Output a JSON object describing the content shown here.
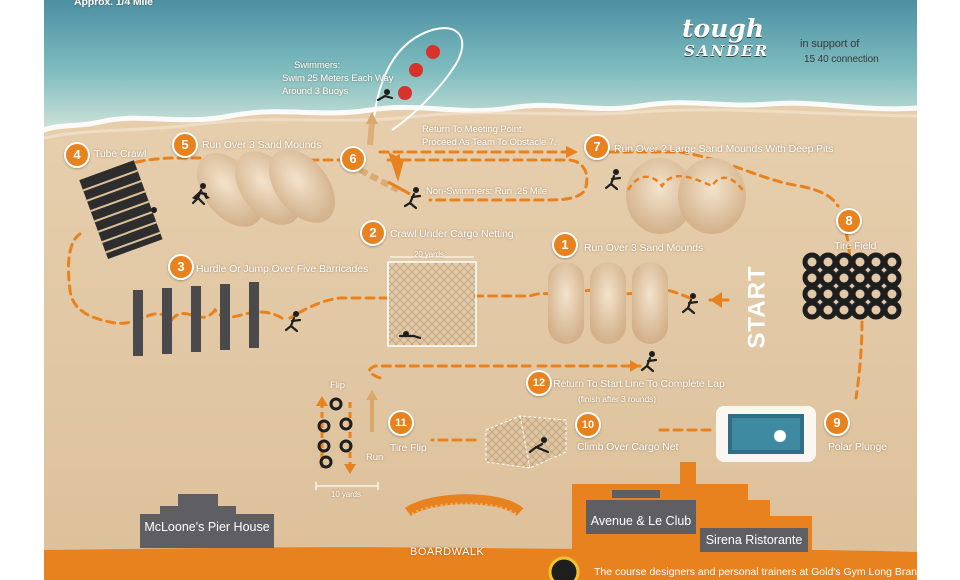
{
  "header": {
    "distance": "Approx. 1/4 Mile"
  },
  "brand": {
    "line1": "tough",
    "line2": "SANDER",
    "support": "in support of",
    "org": "15  40 connection"
  },
  "stations": [
    {
      "num": "1",
      "label": "Run Over 3 Sand Mounds"
    },
    {
      "num": "2",
      "label": "Crawl Under Cargo Netting"
    },
    {
      "num": "3",
      "label": "Hurdle Or Jump Over Five Barricades"
    },
    {
      "num": "4",
      "label": "Tube Crawl"
    },
    {
      "num": "5",
      "label": "Run Over 3 Sand Mounds"
    },
    {
      "num": "6",
      "label": ""
    },
    {
      "num": "7",
      "label": "Run Over 2 Large Sand Mounds With Deep Pits"
    },
    {
      "num": "8",
      "label": "Tire Field"
    },
    {
      "num": "9",
      "label": "Polar Plunge"
    },
    {
      "num": "10",
      "label": "Climb Over Cargo Net"
    },
    {
      "num": "11",
      "label": "Tire Flip"
    },
    {
      "num": "12",
      "label": "Return To Start Line To Complete Lap"
    }
  ],
  "notes": {
    "swimmers_1": "Swimmers:",
    "swimmers_2": "Swim 25 Meters Each Way",
    "swimmers_3": "Around 3 Buoys",
    "return_1": "Return To Meeting Point.",
    "return_2": "Proceed As Team To Obstacle 7.",
    "non_swimmers": "Non-Swimmers: Run .25 Mile",
    "finish": "(finish after 3 rounds)",
    "net_size": "20 yards",
    "flip": "Flip",
    "run": "Run",
    "flip_size": "10 yards",
    "start": "START"
  },
  "buildings": {
    "pier": "McLoone's Pier House",
    "avenue": "Avenue & Le Club",
    "sirena": "Sirena Ristorante",
    "boardwalk": "BOARDWALK"
  },
  "footer": {
    "text": "The course designers and personal trainers at Gold's Gym Long Branch:"
  },
  "colors": {
    "sand": "#e4c9a6",
    "ocean": "#5aa2ae",
    "path": "#e8821e",
    "building": "#5f5f63",
    "buoy": "#d8322c"
  }
}
